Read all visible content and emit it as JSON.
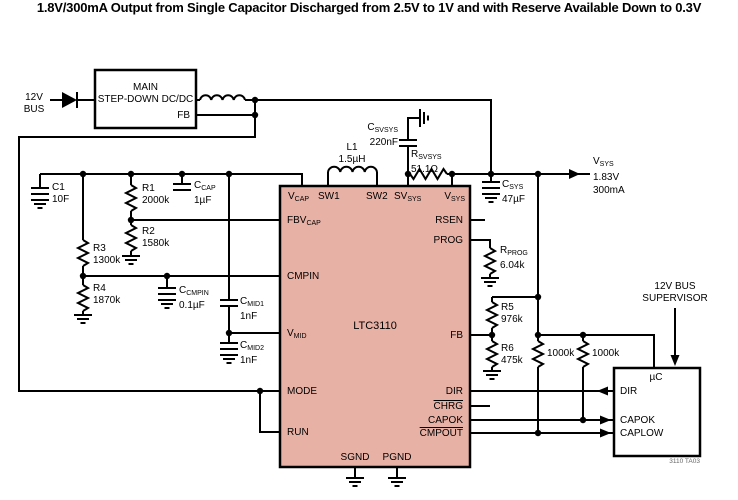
{
  "title": "1.8V/300mA Output from Single Capacitor Discharged from 2.5V to 1V and with Reserve Available Down to 0.3V",
  "colors": {
    "ic_fill": "#e8b1a5",
    "wire": "#000000",
    "background": "#ffffff"
  },
  "input_bus": {
    "line1": "12V",
    "line2": "BUS"
  },
  "stepdown": {
    "line1": "MAIN",
    "line2": "STEP-DOWN DC/DC",
    "fb_pin": "FB"
  },
  "ic": {
    "part": "LTC3110",
    "pins": {
      "vcap": {
        "main": "V",
        "sub": "CAP"
      },
      "sw1": "SW1",
      "sw2": "SW2",
      "svsys": {
        "main": "SV",
        "sub": "SYS"
      },
      "vsys": {
        "main": "V",
        "sub": "SYS"
      },
      "fbvcap": {
        "main": "FBV",
        "sub": "CAP"
      },
      "cmpin": "CMPIN",
      "vmid": {
        "main": "V",
        "sub": "MID"
      },
      "mode": "MODE",
      "run": "RUN",
      "rsen": "RSEN",
      "prog": "PROG",
      "fb": "FB",
      "dir": "DIR",
      "chrg": "CHRG",
      "capok": "CAPOK",
      "cmpout": "CMPOUT",
      "sgnd": "SGND",
      "pgnd": "PGND"
    }
  },
  "components": {
    "c1": {
      "name": "C1",
      "value": "10F"
    },
    "r1": {
      "name": "R1",
      "value": "2000k"
    },
    "r2": {
      "name": "R2",
      "value": "1580k"
    },
    "r3": {
      "name": "R3",
      "value": "1300k"
    },
    "r4": {
      "name": "R4",
      "value": "1870k"
    },
    "ccap": {
      "name": "C",
      "sub": "CAP",
      "value": "1µF"
    },
    "ccmpin": {
      "name": "C",
      "sub": "CMPIN",
      "value": "0.1µF"
    },
    "cmid1": {
      "name": "C",
      "sub": "MID1",
      "value": "1nF"
    },
    "cmid2": {
      "name": "C",
      "sub": "MID2",
      "value": "1nF"
    },
    "l1": {
      "name": "L1",
      "value": "1.5µH"
    },
    "csvsys": {
      "name": "C",
      "sub": "SVSYS",
      "value": "220nF"
    },
    "rsvsys": {
      "name": "R",
      "sub": "SVSYS",
      "value": "51.1Ω"
    },
    "csys": {
      "name": "C",
      "sub": "SYS",
      "value": "47µF"
    },
    "rprog": {
      "name": "R",
      "sub": "PROG",
      "value": "6.04k"
    },
    "r5": {
      "name": "R5",
      "value": "976k"
    },
    "r6": {
      "name": "R6",
      "value": "475k"
    },
    "rpull1": {
      "value": "1000k"
    },
    "rpull2": {
      "value": "1000k"
    }
  },
  "output": {
    "name_main": "V",
    "name_sub": "SYS",
    "voltage": "1.83V",
    "current": "300mA"
  },
  "supervisor": {
    "title_line1": "12V BUS",
    "title_line2": "SUPERVISOR",
    "chip": "µC",
    "pin_dir": "DIR",
    "pin_capok": "CAPOK",
    "pin_caplow": "CAPLOW"
  },
  "footnote": "3110 TA03"
}
